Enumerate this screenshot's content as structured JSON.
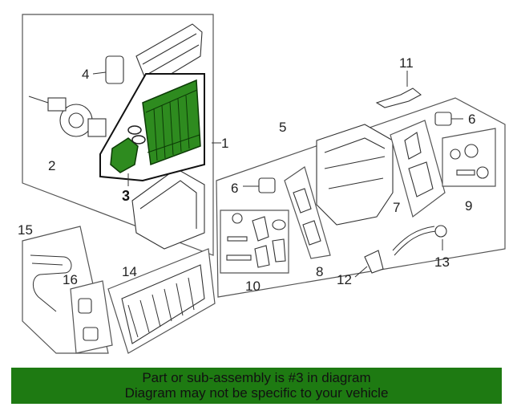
{
  "callouts": {
    "c1": "1",
    "c2": "2",
    "c3": "3",
    "c4": "4",
    "c5": "5",
    "c6a": "6",
    "c6b": "6",
    "c7": "7",
    "c8": "8",
    "c9": "9",
    "c10": "10",
    "c11": "11",
    "c12": "12",
    "c13": "13",
    "c14": "14",
    "c15": "15",
    "c16": "16"
  },
  "banner": {
    "line1": "Part or sub-assembly is #3 in diagram",
    "line2": "Diagram may not be specific to your vehicle"
  },
  "colors": {
    "highlight": "#2e8b1f",
    "banner": "#1e7a12"
  }
}
